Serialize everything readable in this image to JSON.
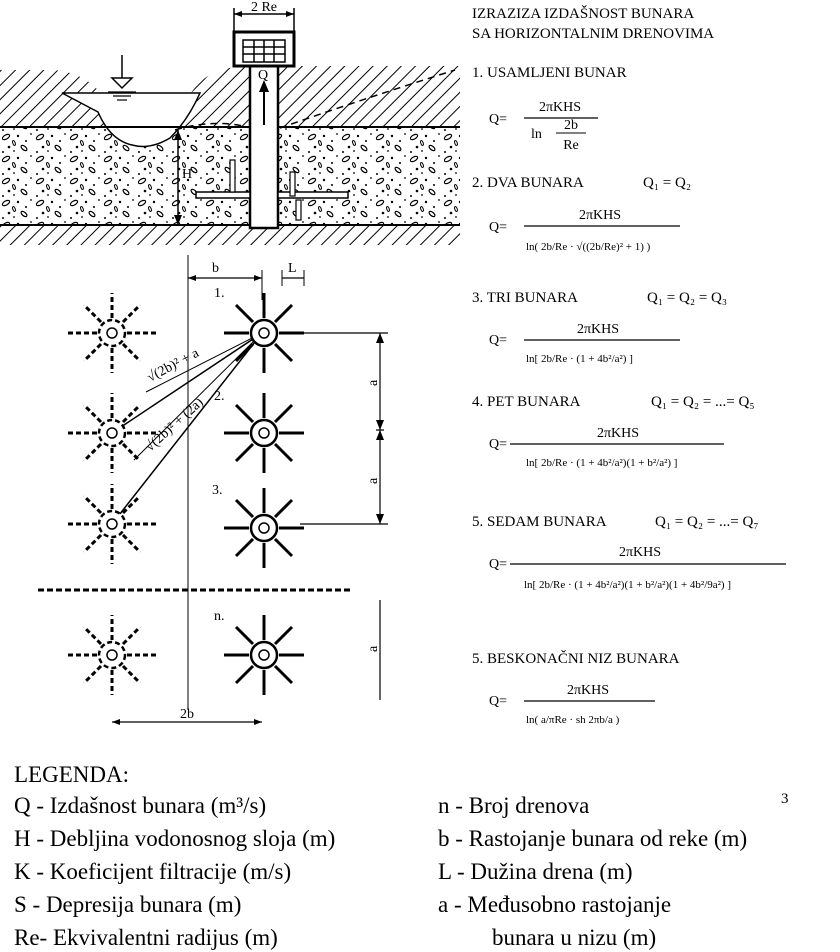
{
  "header": {
    "line1": "IZRAZIZA IZDAŠNOST BUNARA",
    "line2": "SA HORIZONTALNIM DRENOVIMA"
  },
  "cross_section": {
    "width_label": "2 Re",
    "q_label": "Q",
    "h_label": "H"
  },
  "plan": {
    "b_label": "b",
    "l_label": "L",
    "well_labels": [
      "1.",
      "2.",
      "3.",
      "n."
    ],
    "a_labels": [
      "a",
      "a",
      "a"
    ],
    "diag1_label": "√(2b)² + a",
    "diag2_label": "√(2b)² + (2a)",
    "twob_label": "2b"
  },
  "sections": [
    {
      "title": "1. USAMLJENI BUNAR",
      "cond": ""
    },
    {
      "title": "2. DVA BUNARA",
      "cond": "Q₁ = Q₂"
    },
    {
      "title": "3. TRI BUNARA",
      "cond": "Q₁ = Q₂ = Q₃"
    },
    {
      "title": "4. PET BUNARA",
      "cond": "Q₁ = Q₂ = ...= Q₅"
    },
    {
      "title": "5. SEDAM BUNARA",
      "cond": "Q₁ = Q₂ = ...= Q₇"
    },
    {
      "title": "5. BESKONAČNI NIZ BUNARA",
      "cond": ""
    }
  ],
  "formulas": {
    "q": "Q=",
    "num": "2πKHS",
    "f1_den": "ln",
    "f1_frac_num": "2b",
    "f1_frac_den": "Re",
    "f2_den": "ln( 2b/Re · √((2b/Re)² + 1) )",
    "f3_den": "ln[ 2b/Re · (1 + 4b²/a²) ]",
    "f4_den": "ln[ 2b/Re · (1 + 4b²/a²)(1 + b²/a²) ]",
    "f5_den": "ln[ 2b/Re · (1 + 4b²/a²)(1 + b²/a²)(1 + 4b²/9a²) ]",
    "f6_den": "ln( a/πRe · sh 2πb/a )"
  },
  "legend": {
    "title": "LEGENDA:",
    "left": [
      "Q  - Izdašnost bunara (m³/s)",
      "H  - Debljina vodonosnog sloja (m)",
      "K  - Koeficijent filtracije (m/s)",
      "S   - Depresija bunara (m)",
      "Re- Ekvivalentni radijus (m)"
    ],
    "right": [
      "n   - Broj drenova",
      "b  - Rastojanje bunara od reke (m)",
      "L   - Dužina drena (m)",
      "a   - Međusobno rastojanje",
      "bunara u nizu (m)"
    ],
    "page_num": "3"
  }
}
